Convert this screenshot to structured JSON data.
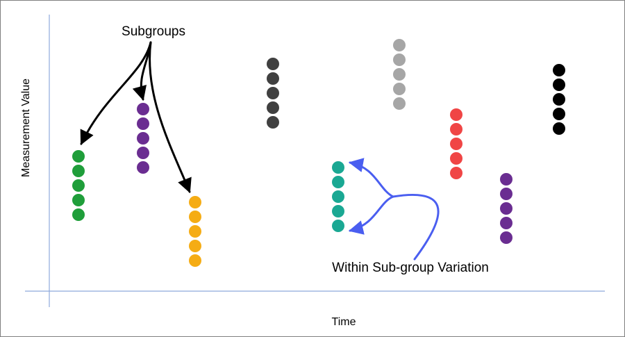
{
  "axis_labels": {
    "x": "Time",
    "y": "Measurement Value"
  },
  "annotations": {
    "subgroups": "Subgroups",
    "within_variation": "Within Sub-group Variation"
  },
  "colors": {
    "axis": "#8ea9db",
    "arrow_subgroups": "#000000",
    "arrow_variation": "#4a5ef0"
  },
  "subgroups": [
    {
      "id": "sg1",
      "color": "#1f9e3a",
      "points": 5
    },
    {
      "id": "sg2",
      "color": "#6a2d91",
      "points": 5
    },
    {
      "id": "sg3",
      "color": "#f5ac14",
      "points": 5
    },
    {
      "id": "sg4",
      "color": "#404040",
      "points": 5
    },
    {
      "id": "sg5",
      "color": "#1aa893",
      "points": 5
    },
    {
      "id": "sg6",
      "color": "#a6a6a6",
      "points": 5
    },
    {
      "id": "sg7",
      "color": "#f04545",
      "points": 5
    },
    {
      "id": "sg8",
      "color": "#6a2d91",
      "points": 5
    },
    {
      "id": "sg9",
      "color": "#000000",
      "points": 5
    }
  ]
}
